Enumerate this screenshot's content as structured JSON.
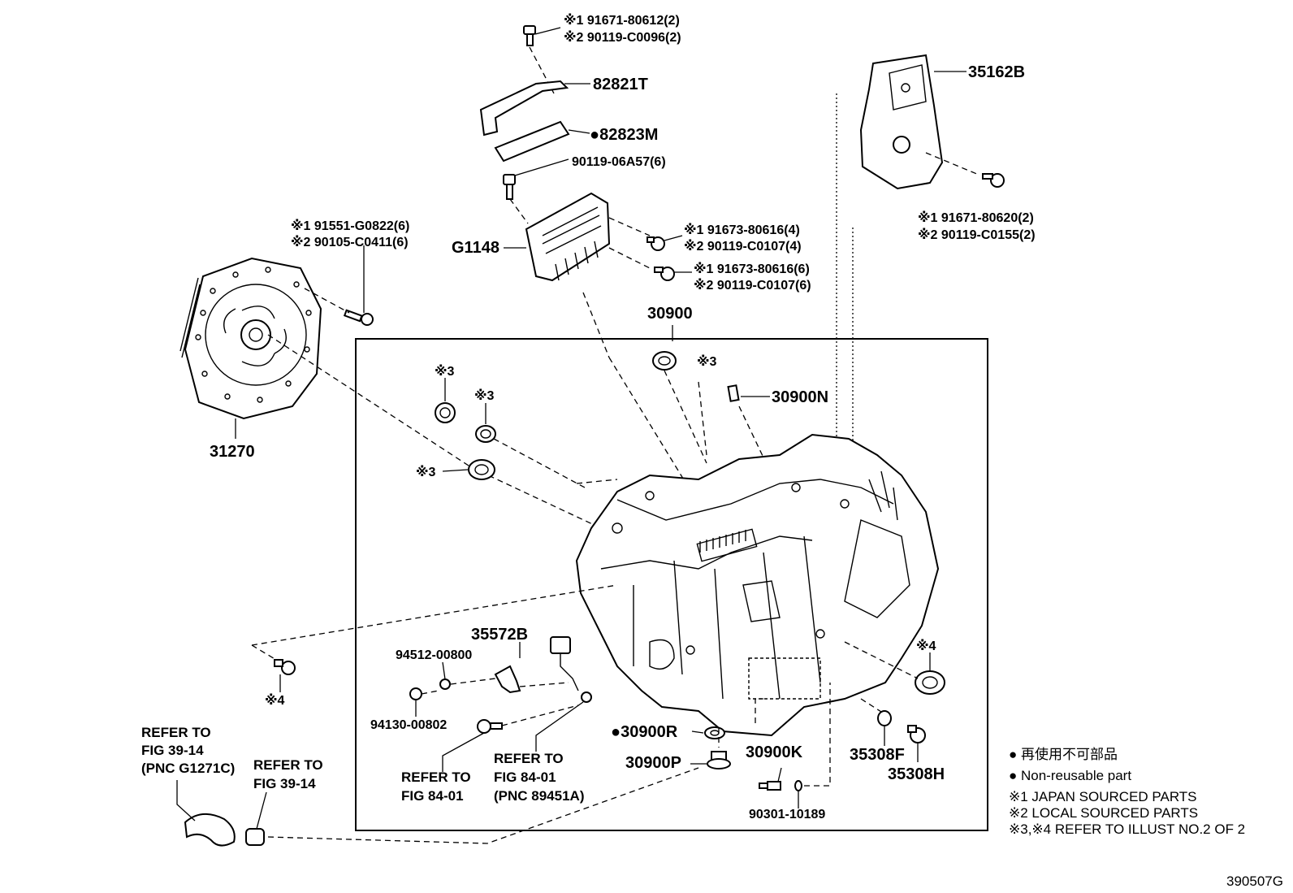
{
  "labels": {
    "p_82821T": "82821T",
    "p_82823M": "●82823M",
    "p_35162B": "35162B",
    "p_G1148": "G1148",
    "p_30900": "30900",
    "p_30900N": "30900N",
    "p_31270": "31270",
    "p_35572B": "35572B",
    "p_94512": "94512-00800",
    "p_94130": "94130-00802",
    "p_30900R": "●30900R",
    "p_30900P": "30900P",
    "p_30900K": "30900K",
    "p_35308F": "35308F",
    "p_35308H": "35308H",
    "p_90301": "90301-10189",
    "p_90119_06A57": "90119-06A57(6)",
    "bolt_top_1": "※1 91671-80612(2)",
    "bolt_top_2": "※2 90119-C0096(2)",
    "bolt_right_1": "※1 91671-80620(2)",
    "bolt_right_2": "※2 90119-C0155(2)",
    "bolt_left_1": "※1 91551-G0822(6)",
    "bolt_left_2": "※2 90105-C0411(6)",
    "bolt_g1_1": "※1 91673-80616(4)",
    "bolt_g1_2": "※2 90119-C0107(4)",
    "bolt_g2_1": "※1 91673-80616(6)",
    "bolt_g2_2": "※2 90119-C0107(6)",
    "mark3_a": "※3",
    "mark3_b": "※3",
    "mark3_c": "※3",
    "mark3_d": "※3",
    "mark4_a": "※4",
    "mark4_b": "※4"
  },
  "refs": {
    "ref_a_line1": "REFER TO",
    "ref_a_line2": "FIG 39-14",
    "ref_a_line3": "(PNC G1271C)",
    "ref_b_line1": "REFER TO",
    "ref_b_line2": "FIG 39-14",
    "ref_c_line1": "REFER TO",
    "ref_c_line2": "FIG 84-01",
    "ref_d_line1": "REFER TO",
    "ref_d_line2": "FIG 84-01",
    "ref_d_line3": "(PNC 89451A)"
  },
  "legend": {
    "non_reusable_jp": "● 再使用不可部品",
    "non_reusable_en": "● Non-reusable part",
    "note1": "※1 JAPAN SOURCED PARTS",
    "note2": "※2 LOCAL SOURCED PARTS",
    "note3": "※3,※4 REFER TO ILLUST NO.2 OF 2"
  },
  "figure_id": "390507G"
}
